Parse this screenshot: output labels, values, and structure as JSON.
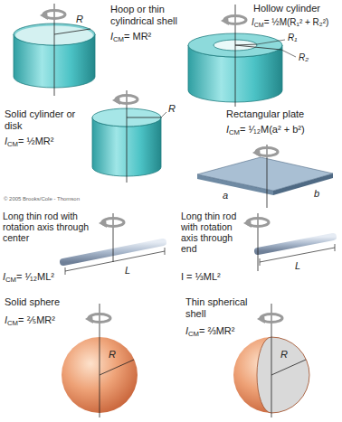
{
  "diagram": {
    "labels": [
      "Hoop or thin cylindrical shell",
      "I",
      "CM",
      "= MR²",
      "R",
      "Hollow cylinder",
      "I",
      "CM",
      "= ½M(R₁² + R₂²)",
      "R₁",
      "R₂",
      "Solid cylinder or disk",
      "I",
      "CM",
      "= ½MR²",
      "R",
      "Rectangular plate",
      "I",
      "CM",
      "= ¹⁄₁₂M(a² + b²)",
      "a",
      "b",
      "© 2005 Brooks/Cole - Thomson",
      "Long thin rod with rotation axis through center",
      "I",
      "CM",
      "= ¹⁄₁₂ML²",
      "L",
      "Long thin rod with rotation axis through end",
      "I = ⅓ML²",
      "L",
      "Solid sphere",
      "I",
      "CM",
      "= ⅖MR²",
      "R",
      "Thin spherical shell",
      "I",
      "CM",
      "= ⅔MR²",
      "R"
    ]
  }
}
